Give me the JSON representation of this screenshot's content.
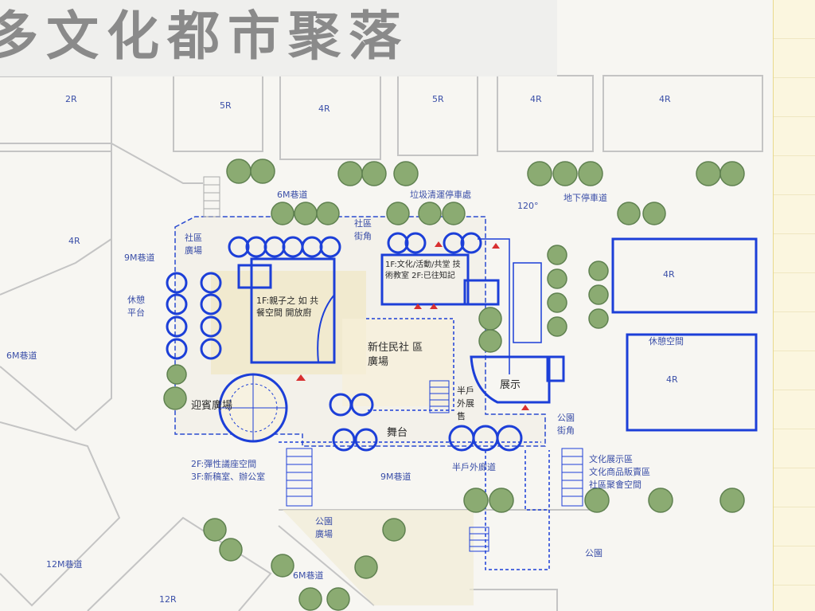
{
  "title": "多文化都市聚落",
  "labels": {
    "top_2r": "2R",
    "top_5r": "5R",
    "top_4r_a": "4R",
    "top_5r_b": "5R",
    "top_4r_b": "4R",
    "top_4r_c": "4R",
    "left_4r": "4R",
    "road_6m_top": "6M巷道",
    "garbage": "垃圾清運停車處",
    "underground_parking": "地下停車道",
    "deg_120": "120°",
    "road_9m_left": "9M巷道",
    "rest_platform": "休憩平台",
    "road_6m_left": "6M巷道",
    "block_4r_1": "4R",
    "block_4r_2": "4R",
    "rest_space": "休憩空間",
    "bld1": "1F:親子之 如 共餐空間 開放廚",
    "bld2": "1F:文化/活動/共堂 技術教室 2F:已往知記",
    "new_plaza": "新住民社 區廣場",
    "exhibit": "展示",
    "semi_out": "半戶外展售",
    "stage": "舞台",
    "welcome": "迎賓廣場",
    "bld_note_1": "2F:彈性議座空間",
    "bld_note_2": "3F:新稿室、辦公室",
    "road_9m_bottom": "9M巷道",
    "semi_out_walk": "半戶外廊道",
    "culture_note_1": "文化展示區",
    "culture_note_2": "文化商品販賣區",
    "culture_note_3": "社區聚會空間",
    "park_label": "公園",
    "park_corner": "公園 街角",
    "park_plaza": "公園 廣場",
    "road_12m": "12M巷道",
    "road_6m_bottom": "6M巷道",
    "bottom_12r": "12R",
    "corner_plaza": "社區 廣場",
    "side_street": "社區 街角"
  },
  "colors": {
    "ink_blue": "#1c3fd8",
    "tree_green": "#8bab72",
    "tree_dark": "#5f8150",
    "line_gray": "#b9b9b9",
    "paper": "#f7f6f2",
    "plaza_yellow": "#efe3b8"
  }
}
